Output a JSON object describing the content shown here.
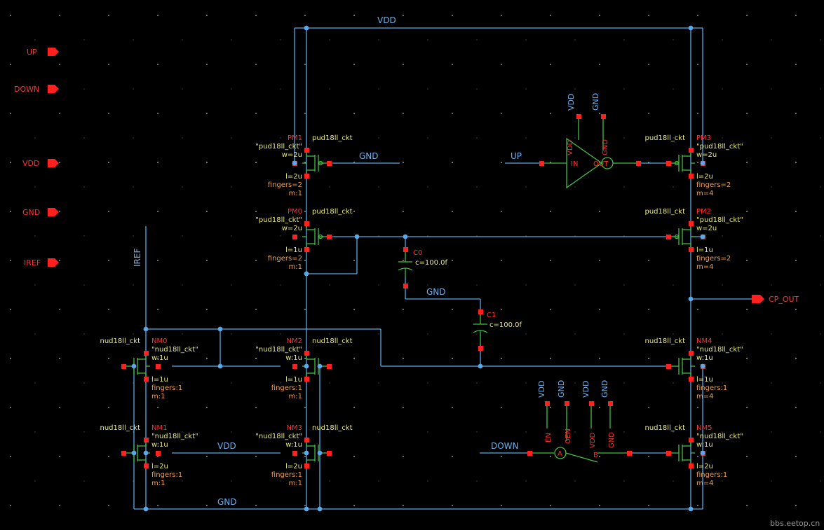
{
  "pins": [
    {
      "name": "UP"
    },
    {
      "name": "DOWN"
    },
    {
      "name": "VDD"
    },
    {
      "name": "GND"
    },
    {
      "name": "IREF"
    }
  ],
  "output_pin": "CP_OUT",
  "nets": {
    "vdd_top": "VDD",
    "gnd_pm1": "GND",
    "up": "UP",
    "iref": "IREF",
    "gnd_c0": "GND",
    "vdd_nm1": "VDD",
    "gnd_bottom": "GND",
    "down": "DOWN",
    "inv_vdd": "VDD",
    "inv_gnd": "GND",
    "tg_vdd1": "VDD",
    "tg_gnd1": "GND",
    "tg_vdd2": "VDD",
    "tg_gnd2": "GND"
  },
  "inverter": {
    "in": "IN",
    "out": "OUT",
    "vdd": "VDD",
    "gnd": "GND"
  },
  "tgate": {
    "en": "EN",
    "oen": "OEN",
    "vdd": "VDD",
    "gnd": "GND",
    "a": "A",
    "b": "B"
  },
  "transistors": {
    "PM1": {
      "name": "PM1",
      "cell": "pud18ll_ckt",
      "model": "\"pud18ll_ckt\"",
      "w": "w=2u",
      "l": "l=2u",
      "fingers": "fingers=2",
      "m": "m:1"
    },
    "PM0": {
      "name": "PM0",
      "cell": "pud18ll_ckt",
      "model": "\"pud18ll_ckt\"",
      "w": "w=2u",
      "l": "l=1u",
      "fingers": "fingers=2",
      "m": "m:1"
    },
    "PM3": {
      "name": "PM3",
      "cell": "pud18ll_ckt",
      "model": "\"pud18ll_ckt\"",
      "w": "w=2u",
      "l": "l=2u",
      "fingers": "fingers=2",
      "m": "m=4"
    },
    "PM2": {
      "name": "PM2",
      "cell": "pud18ll_ckt",
      "model": "\"pud18ll_ckt\"",
      "w": "w=2u",
      "l": "l=1u",
      "fingers": "fingers=2",
      "m": "m=4"
    },
    "NM0": {
      "name": "NM0",
      "cell": "nud18ll_ckt",
      "model": "\"nud18ll_ckt\"",
      "w": "w:1u",
      "l": "l=1u",
      "fingers": "fingers:1",
      "m": "m:1"
    },
    "NM2": {
      "name": "NM2",
      "cell": "nud18ll_ckt",
      "model": "\"nud18ll_ckt\"",
      "w": "w:1u",
      "l": "l=1u",
      "fingers": "fingers:1",
      "m": "m:1"
    },
    "NM4": {
      "name": "NM4",
      "cell": "nud18ll_ckt",
      "model": "\"nud18ll_ckt\"",
      "w": "w:1u",
      "l": "l=1u",
      "fingers": "fingers:1",
      "m": "m=4"
    },
    "NM1": {
      "name": "NM1",
      "cell": "nud18ll_ckt",
      "model": "\"nud18ll_ckt\"",
      "w": "w:1u",
      "l": "l=2u",
      "fingers": "fingers:1",
      "m": "m:1"
    },
    "NM3": {
      "name": "NM3",
      "cell": "nud18ll_ckt",
      "model": "\"nud18ll_ckt\"",
      "w": "w:1u",
      "l": "l=2u",
      "fingers": "fingers:1",
      "m": "m:1"
    },
    "NM5": {
      "name": "NM5",
      "cell": "nud18ll_ckt",
      "model": "\"nud18ll_ckt\"",
      "w": "w:1u",
      "l": "l=2u",
      "fingers": "fingers:1",
      "m": "m=4"
    }
  },
  "caps": {
    "C0": {
      "name": "C0",
      "value": "c=100.0f"
    },
    "C1": {
      "name": "C1",
      "value": "c=100.0f"
    }
  },
  "watermark": "bbs.eetop.cn",
  "colors": {
    "wire": "#5aa8e8",
    "pin": "#ff2020",
    "device": "#40c040",
    "label": "#e8e880",
    "param": "#f0a050",
    "background": "#000000"
  }
}
